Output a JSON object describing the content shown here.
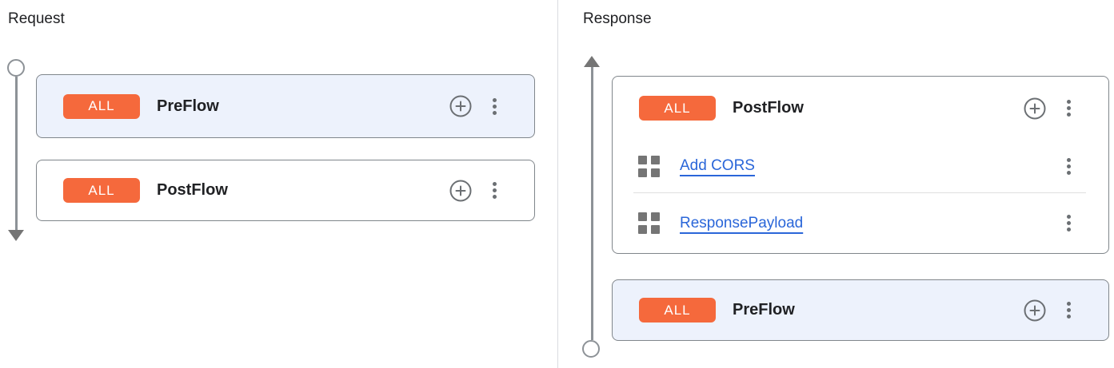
{
  "panels": {
    "request": {
      "title": "Request",
      "flows": [
        {
          "badge": "ALL",
          "name": "PreFlow",
          "selected": true
        },
        {
          "badge": "ALL",
          "name": "PostFlow",
          "selected": false
        }
      ]
    },
    "response": {
      "title": "Response",
      "flows": [
        {
          "badge": "ALL",
          "name": "PostFlow",
          "selected": false,
          "policies": [
            {
              "name": "Add CORS"
            },
            {
              "name": "ResponsePayload"
            }
          ]
        },
        {
          "badge": "ALL",
          "name": "PreFlow",
          "selected": true
        }
      ]
    }
  },
  "icons": {
    "add_policy": "plus-circle-icon",
    "more_options": "kebab-menu-icon",
    "policy": "grid-icon",
    "request_timeline_start": "circle-icon",
    "request_timeline_end": "arrow-down-icon",
    "response_timeline_start": "arrow-up-icon",
    "response_timeline_end": "circle-icon"
  },
  "colors": {
    "badge_bg": "#F5693C",
    "badge_text": "#FFFFFF",
    "selected_card_bg": "#EDF2FC",
    "card_border": "#80868B",
    "link_blue": "#2A66D9",
    "icon_gray": "#6B6F73",
    "timeline_gray": "#8D9297",
    "row_divider": "#E0E0E0",
    "panel_divider": "#DADCE0"
  }
}
